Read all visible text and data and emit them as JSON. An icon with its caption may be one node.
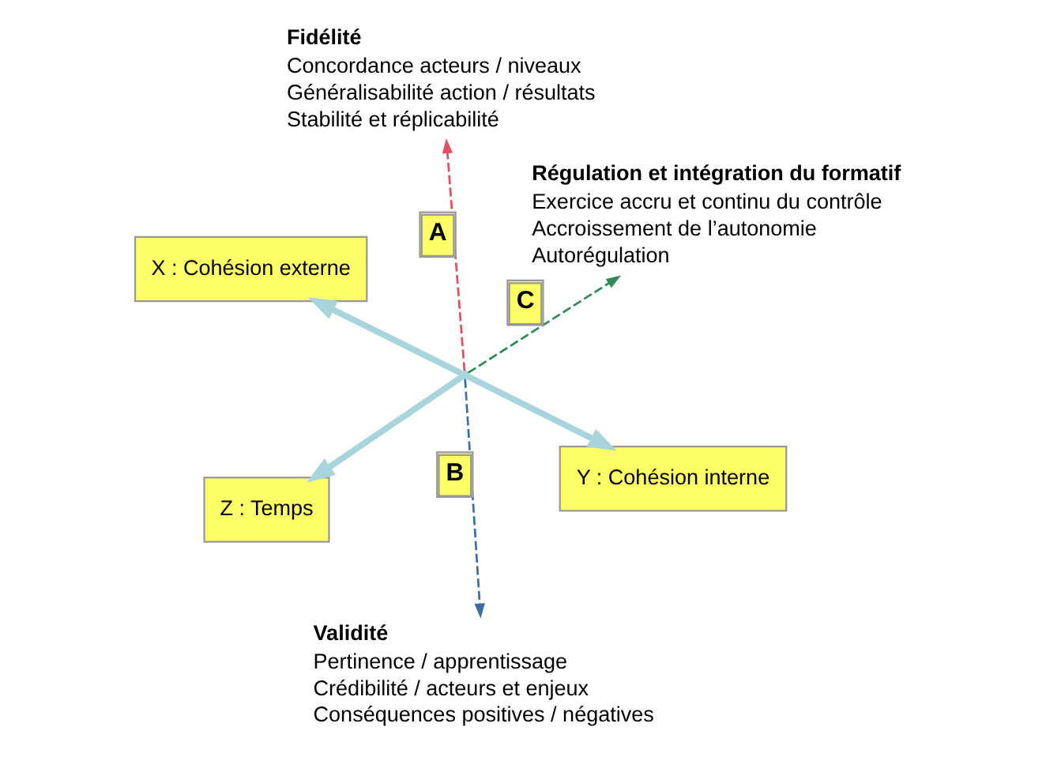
{
  "diagram": {
    "nodes": [
      {
        "text": [],
        "shape": "circle"
      },
      {
        "text": [
          "Z : Temps"
        ]
      },
      {
        "text": [
          "Y : Cohésion interne"
        ]
      },
      {
        "text": [
          "X : Cohésion externe"
        ]
      },
      {
        "text": [
          "Fidélité",
          "Concordance acteurs / niveaux",
          "Généralisabilité action / résultats",
          "Stabilité et réplicabilité"
        ]
      },
      {
        "text": [
          "Validité",
          "Pertinence / apprentissage",
          "Crédibilité / acteurs et enjeux",
          "Conséquences positives / négatives"
        ]
      },
      {
        "text": [
          "Régulation et intégration du formatif",
          "Exercice accru et continu du contrôle",
          "Accroissement de l’autonomie",
          "Autorégulation"
        ]
      }
    ],
    "edges": [
      {
        "from": 0,
        "to": 1,
        "arrow": "to",
        "style": "thick"
      },
      {
        "from": 0,
        "to": 2,
        "arrow": "to",
        "style": "thick"
      },
      {
        "from": 0,
        "to": 3,
        "arrow": "to",
        "style": "thick"
      },
      {
        "from": 0,
        "to": 4,
        "arrow": "to",
        "style": "dashed",
        "color": "#e05060",
        "label": "A"
      },
      {
        "from": 0,
        "to": 5,
        "arrow": "to",
        "style": "dashed",
        "color": "#3a6ea5",
        "label": "B"
      },
      {
        "from": 0,
        "to": 6,
        "arrow": "to",
        "style": "dashed",
        "color": "#2e8b57",
        "label": "C"
      }
    ]
  }
}
